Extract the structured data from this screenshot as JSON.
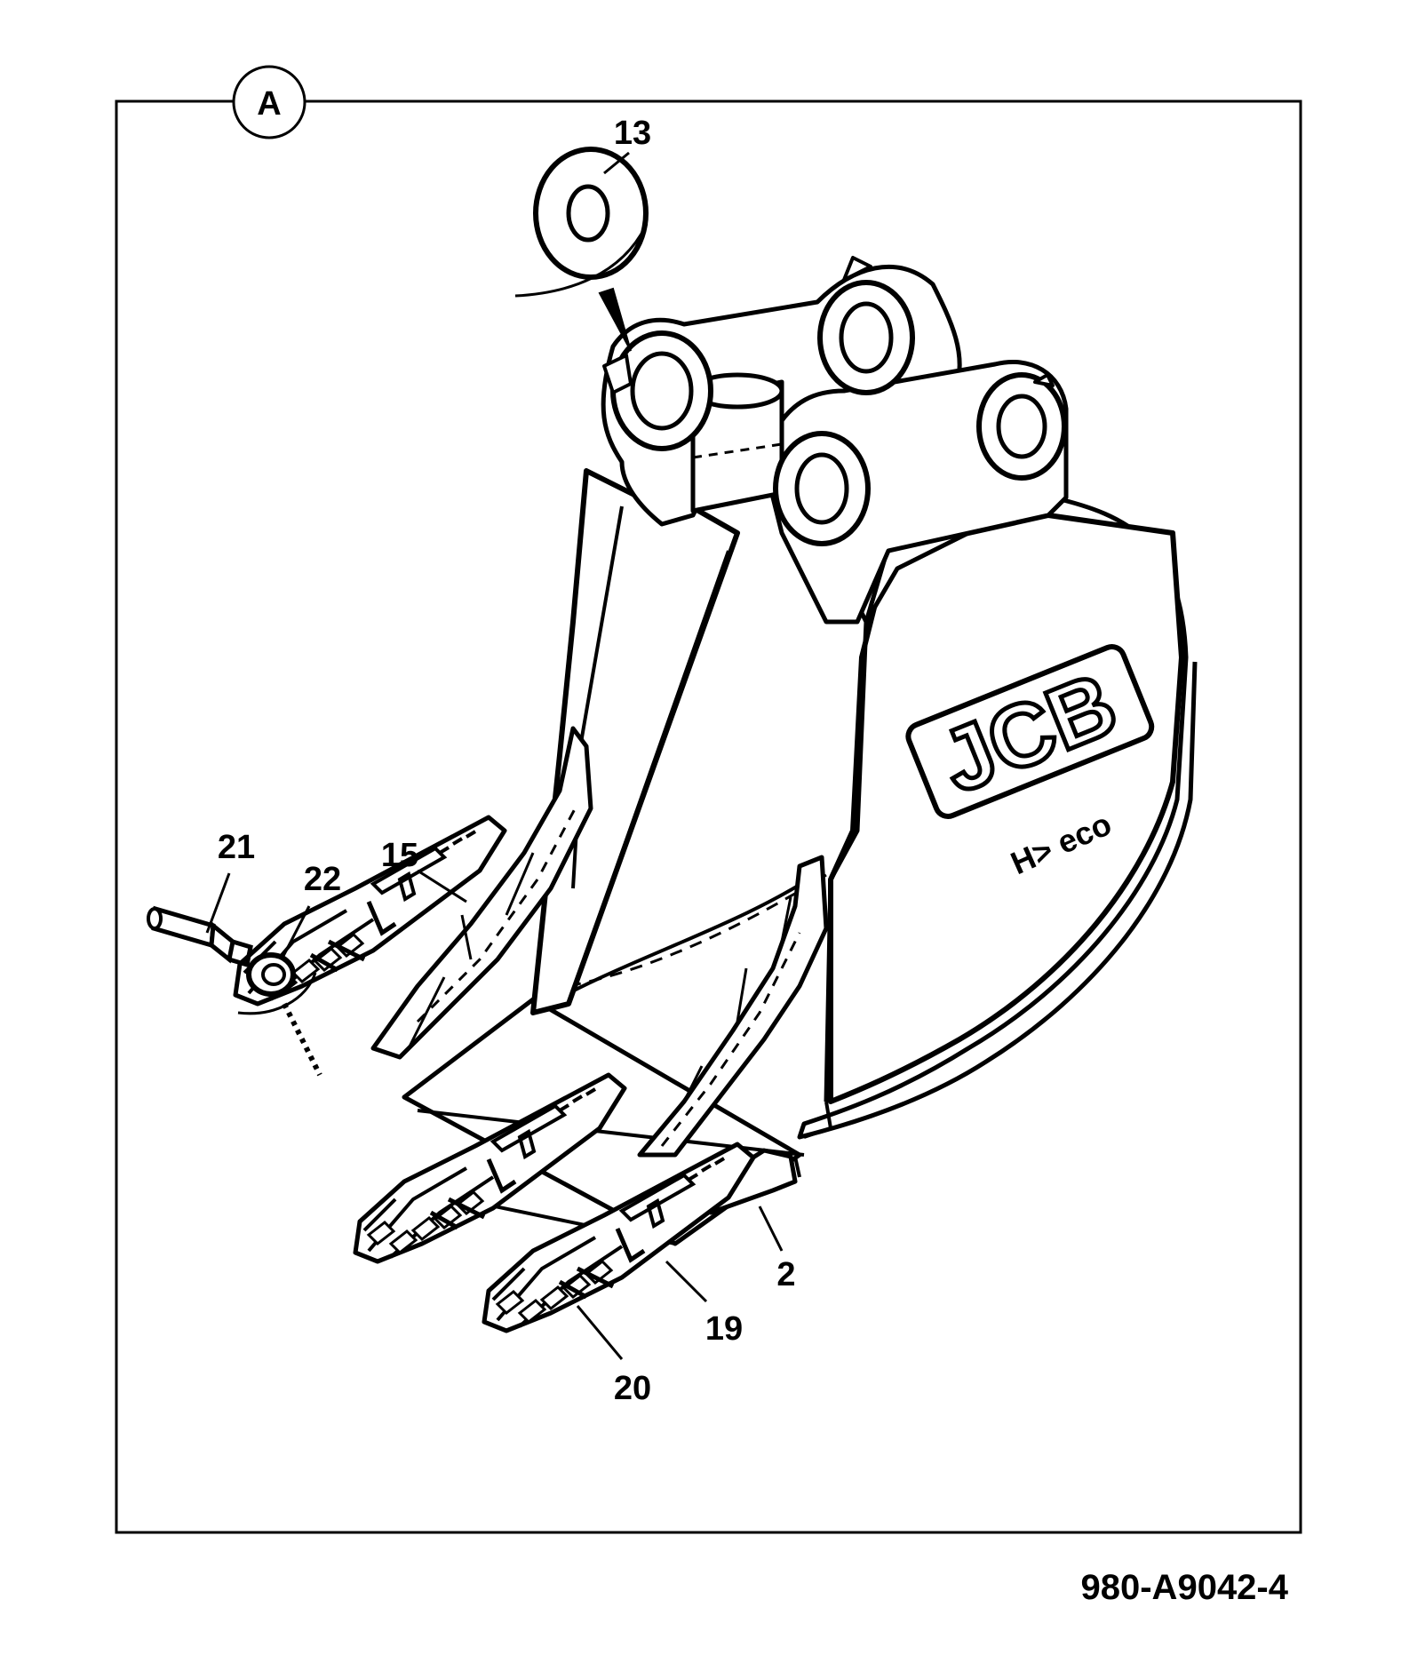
{
  "view_label": "A",
  "figure_code": "980-A9042-4",
  "logo": {
    "brand": "JCB",
    "sub": "H> eco"
  },
  "callouts": [
    {
      "id": "callout-13",
      "text": "13"
    },
    {
      "id": "callout-21",
      "text": "21"
    },
    {
      "id": "callout-22",
      "text": "22"
    },
    {
      "id": "callout-15",
      "text": "15"
    },
    {
      "id": "callout-2",
      "text": "2"
    },
    {
      "id": "callout-19",
      "text": "19"
    },
    {
      "id": "callout-20",
      "text": "20"
    }
  ]
}
